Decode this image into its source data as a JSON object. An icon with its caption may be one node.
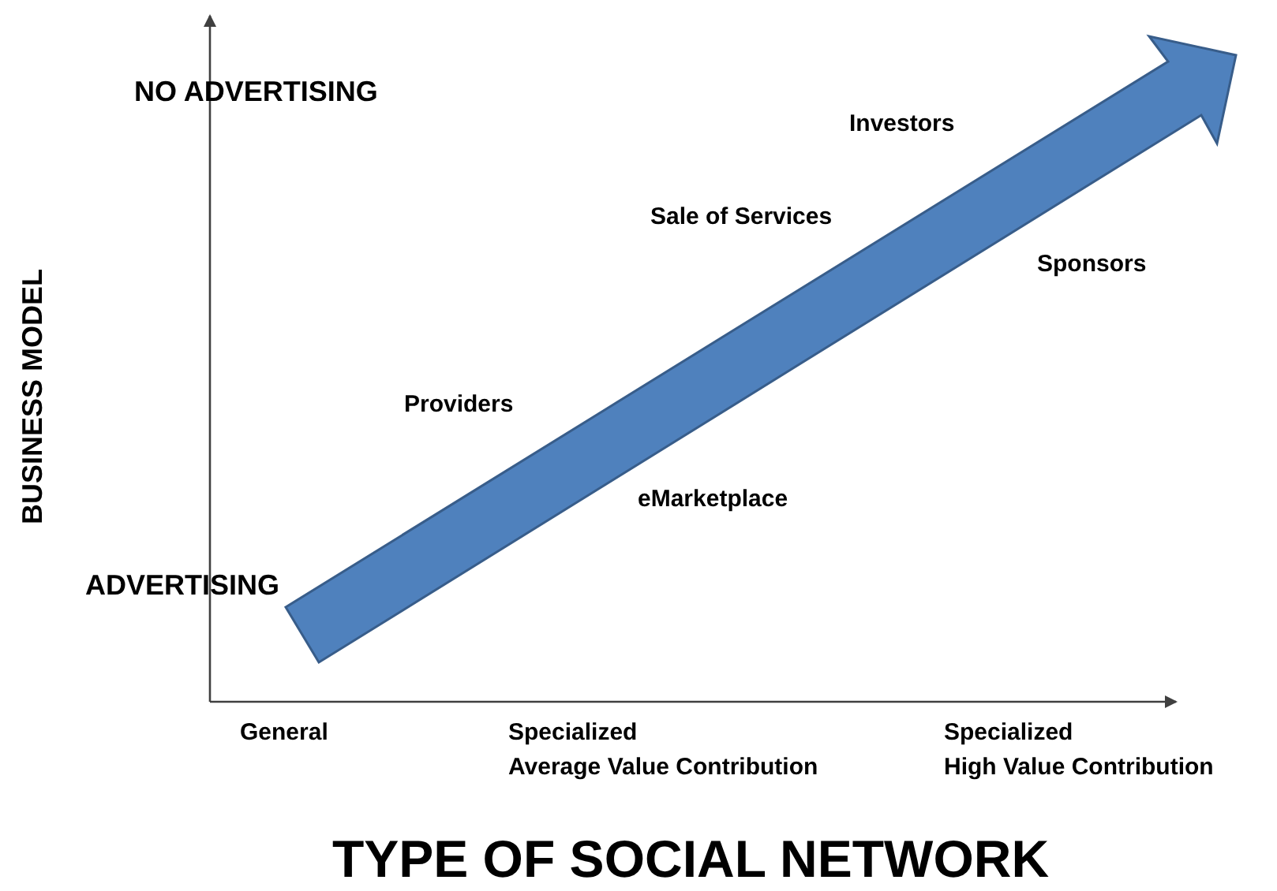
{
  "diagram": {
    "labels": [
      "NO ADVERTISING",
      "Investors",
      "Sale of Services",
      "Sponsors",
      "BUSINESS MODEL",
      "Providers",
      "eMarketplace",
      "ADVERTISING",
      "General",
      "Specialized",
      "Average Value Contribution",
      "Specialized",
      "High Value Contribution",
      "TYPE OF SOCIAL NETWORK"
    ]
  }
}
